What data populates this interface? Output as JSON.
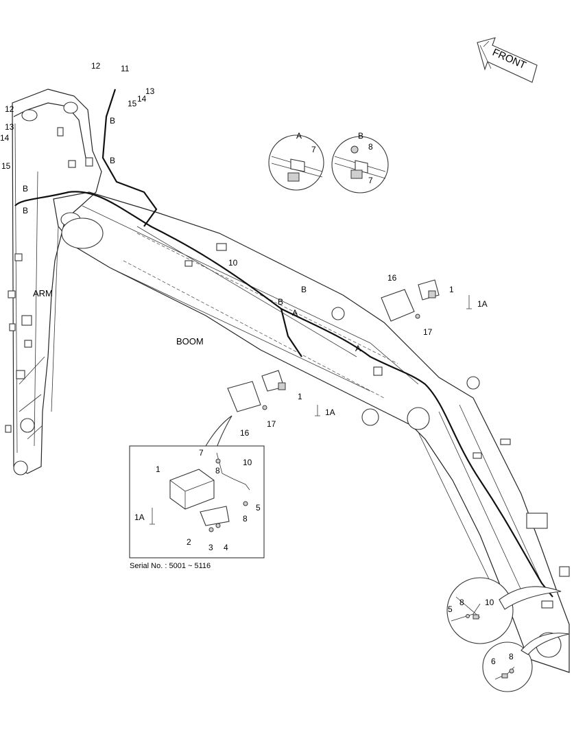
{
  "direction": {
    "front_label": "FRONT"
  },
  "sections": {
    "arm_label": "ARM",
    "boom_label": "BOOM"
  },
  "detail_bubbles": [
    {
      "letter": "A",
      "part": "7"
    },
    {
      "letter": "B",
      "parts": [
        "8",
        "7"
      ]
    }
  ],
  "inset": {
    "serial_label": "Serial No. : 5001 ~ 5116",
    "parts": [
      "1",
      "1A",
      "2",
      "3",
      "4",
      "5",
      "7",
      "8",
      "8",
      "10"
    ]
  },
  "callouts": {
    "arm_top": [
      "12",
      "11",
      "13",
      "14",
      "15"
    ],
    "arm_left": [
      "12",
      "13",
      "14",
      "15"
    ],
    "boom": [
      "10",
      "16",
      "17",
      "1",
      "1A",
      "16",
      "17",
      "1",
      "1A"
    ],
    "lower_details": [
      "5",
      "8",
      "10",
      "6",
      "8"
    ],
    "markers": [
      "A",
      "B",
      "B",
      "B",
      "B",
      "B",
      "B",
      "A",
      "A"
    ]
  }
}
